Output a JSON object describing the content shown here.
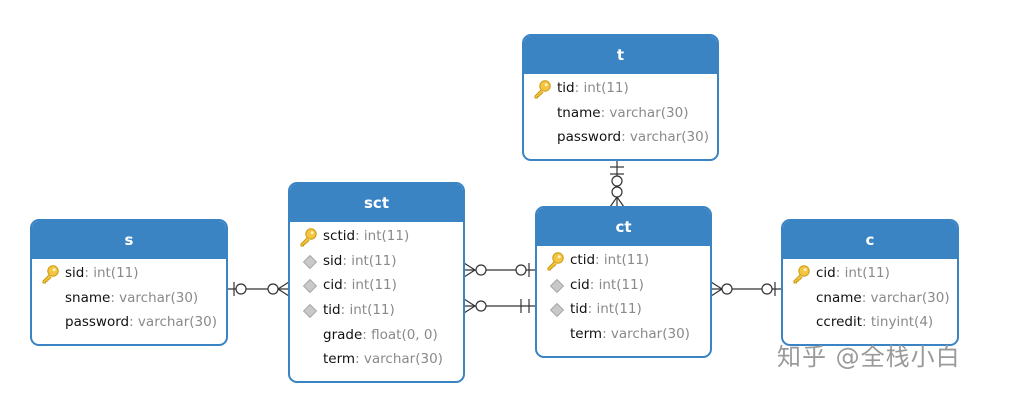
{
  "tables": {
    "t": {
      "name": "t",
      "fields": [
        {
          "name": "tid",
          "type": ": int(11)",
          "key": "primary"
        },
        {
          "name": "tname",
          "type": ": varchar(30)",
          "key": "none"
        },
        {
          "name": "password",
          "type": ": varchar(30)",
          "key": "none"
        }
      ]
    },
    "s": {
      "name": "s",
      "fields": [
        {
          "name": "sid",
          "type": ": int(11)",
          "key": "primary"
        },
        {
          "name": "sname",
          "type": ": varchar(30)",
          "key": "none"
        },
        {
          "name": "password",
          "type": ": varchar(30)",
          "key": "none"
        }
      ]
    },
    "sct": {
      "name": "sct",
      "fields": [
        {
          "name": "sctid",
          "type": ": int(11)",
          "key": "primary"
        },
        {
          "name": "sid",
          "type": ": int(11)",
          "key": "foreign"
        },
        {
          "name": "cid",
          "type": ": int(11)",
          "key": "foreign"
        },
        {
          "name": "tid",
          "type": ": int(11)",
          "key": "foreign"
        },
        {
          "name": "grade",
          "type": ": float(0, 0)",
          "key": "none"
        },
        {
          "name": "term",
          "type": ": varchar(30)",
          "key": "none"
        }
      ]
    },
    "ct": {
      "name": "ct",
      "fields": [
        {
          "name": "ctid",
          "type": ": int(11)",
          "key": "primary"
        },
        {
          "name": "cid",
          "type": ": int(11)",
          "key": "foreign"
        },
        {
          "name": "tid",
          "type": ": int(11)",
          "key": "foreign"
        },
        {
          "name": "term",
          "type": ": varchar(30)",
          "key": "none"
        }
      ]
    },
    "c": {
      "name": "c",
      "fields": [
        {
          "name": "cid",
          "type": ": int(11)",
          "key": "primary"
        },
        {
          "name": "cname",
          "type": ": varchar(30)",
          "key": "none"
        },
        {
          "name": "ccredit",
          "type": ": tinyint(4)",
          "key": "none"
        }
      ]
    }
  },
  "watermark": "知乎 @全栈小白",
  "colors": {
    "header": "#3a84c4",
    "border": "#3a84c4",
    "type_text": "#8a8a8a",
    "connector": "#333333"
  }
}
